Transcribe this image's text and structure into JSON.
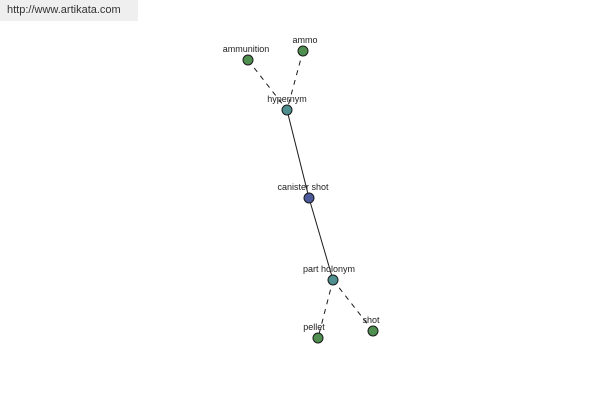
{
  "watermark": "http://www.artikata.com",
  "colors": {
    "center": "#4a5a9a",
    "relation": "#4f8f8f",
    "leaf": "#4f8f4f",
    "stroke": "#1a1a1a"
  },
  "nodes": [
    {
      "id": "ammunition",
      "label": "ammunition",
      "kind": "leaf"
    },
    {
      "id": "ammo",
      "label": "ammo",
      "kind": "leaf"
    },
    {
      "id": "hypernym",
      "label": "hypernym",
      "kind": "relation"
    },
    {
      "id": "canister-shot",
      "label": "canister shot",
      "kind": "center"
    },
    {
      "id": "part-holonym",
      "label": "part holonym",
      "kind": "relation"
    },
    {
      "id": "pellet",
      "label": "pellet",
      "kind": "leaf"
    },
    {
      "id": "shot",
      "label": "shot",
      "kind": "leaf"
    }
  ],
  "edges": [
    {
      "from": "ammunition",
      "to": "hypernym",
      "style": "dashed"
    },
    {
      "from": "ammo",
      "to": "hypernym",
      "style": "dashed"
    },
    {
      "from": "hypernym",
      "to": "canister-shot",
      "style": "solid"
    },
    {
      "from": "canister-shot",
      "to": "part-holonym",
      "style": "solid"
    },
    {
      "from": "part-holonym",
      "to": "pellet",
      "style": "dashed"
    },
    {
      "from": "part-holonym",
      "to": "shot",
      "style": "dashed"
    }
  ]
}
